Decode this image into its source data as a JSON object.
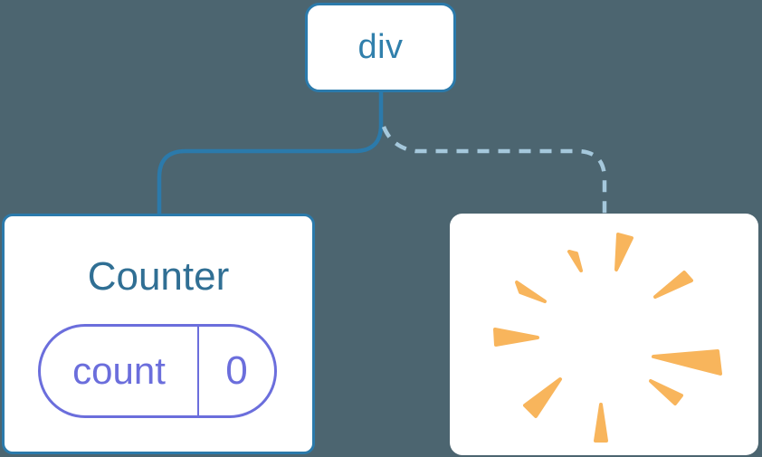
{
  "diagram": {
    "background": "#4c6570",
    "colors": {
      "background": "#4c6570",
      "node_bg": "#ffffff",
      "node_border": "#2b7aab",
      "root_label": "#3180ac",
      "component_title": "#306f94",
      "solid_edge": "#2b7aab",
      "dashed_edge": "#a5c8dc",
      "state_accent": "#6b6edc",
      "poof": "#f8b55c"
    },
    "root_node": {
      "label": "div"
    },
    "counter_node": {
      "title": "Counter",
      "state_pill": {
        "key": "count",
        "value": "0"
      }
    },
    "destroyed_node": {
      "icon": "poof-starburst"
    }
  }
}
